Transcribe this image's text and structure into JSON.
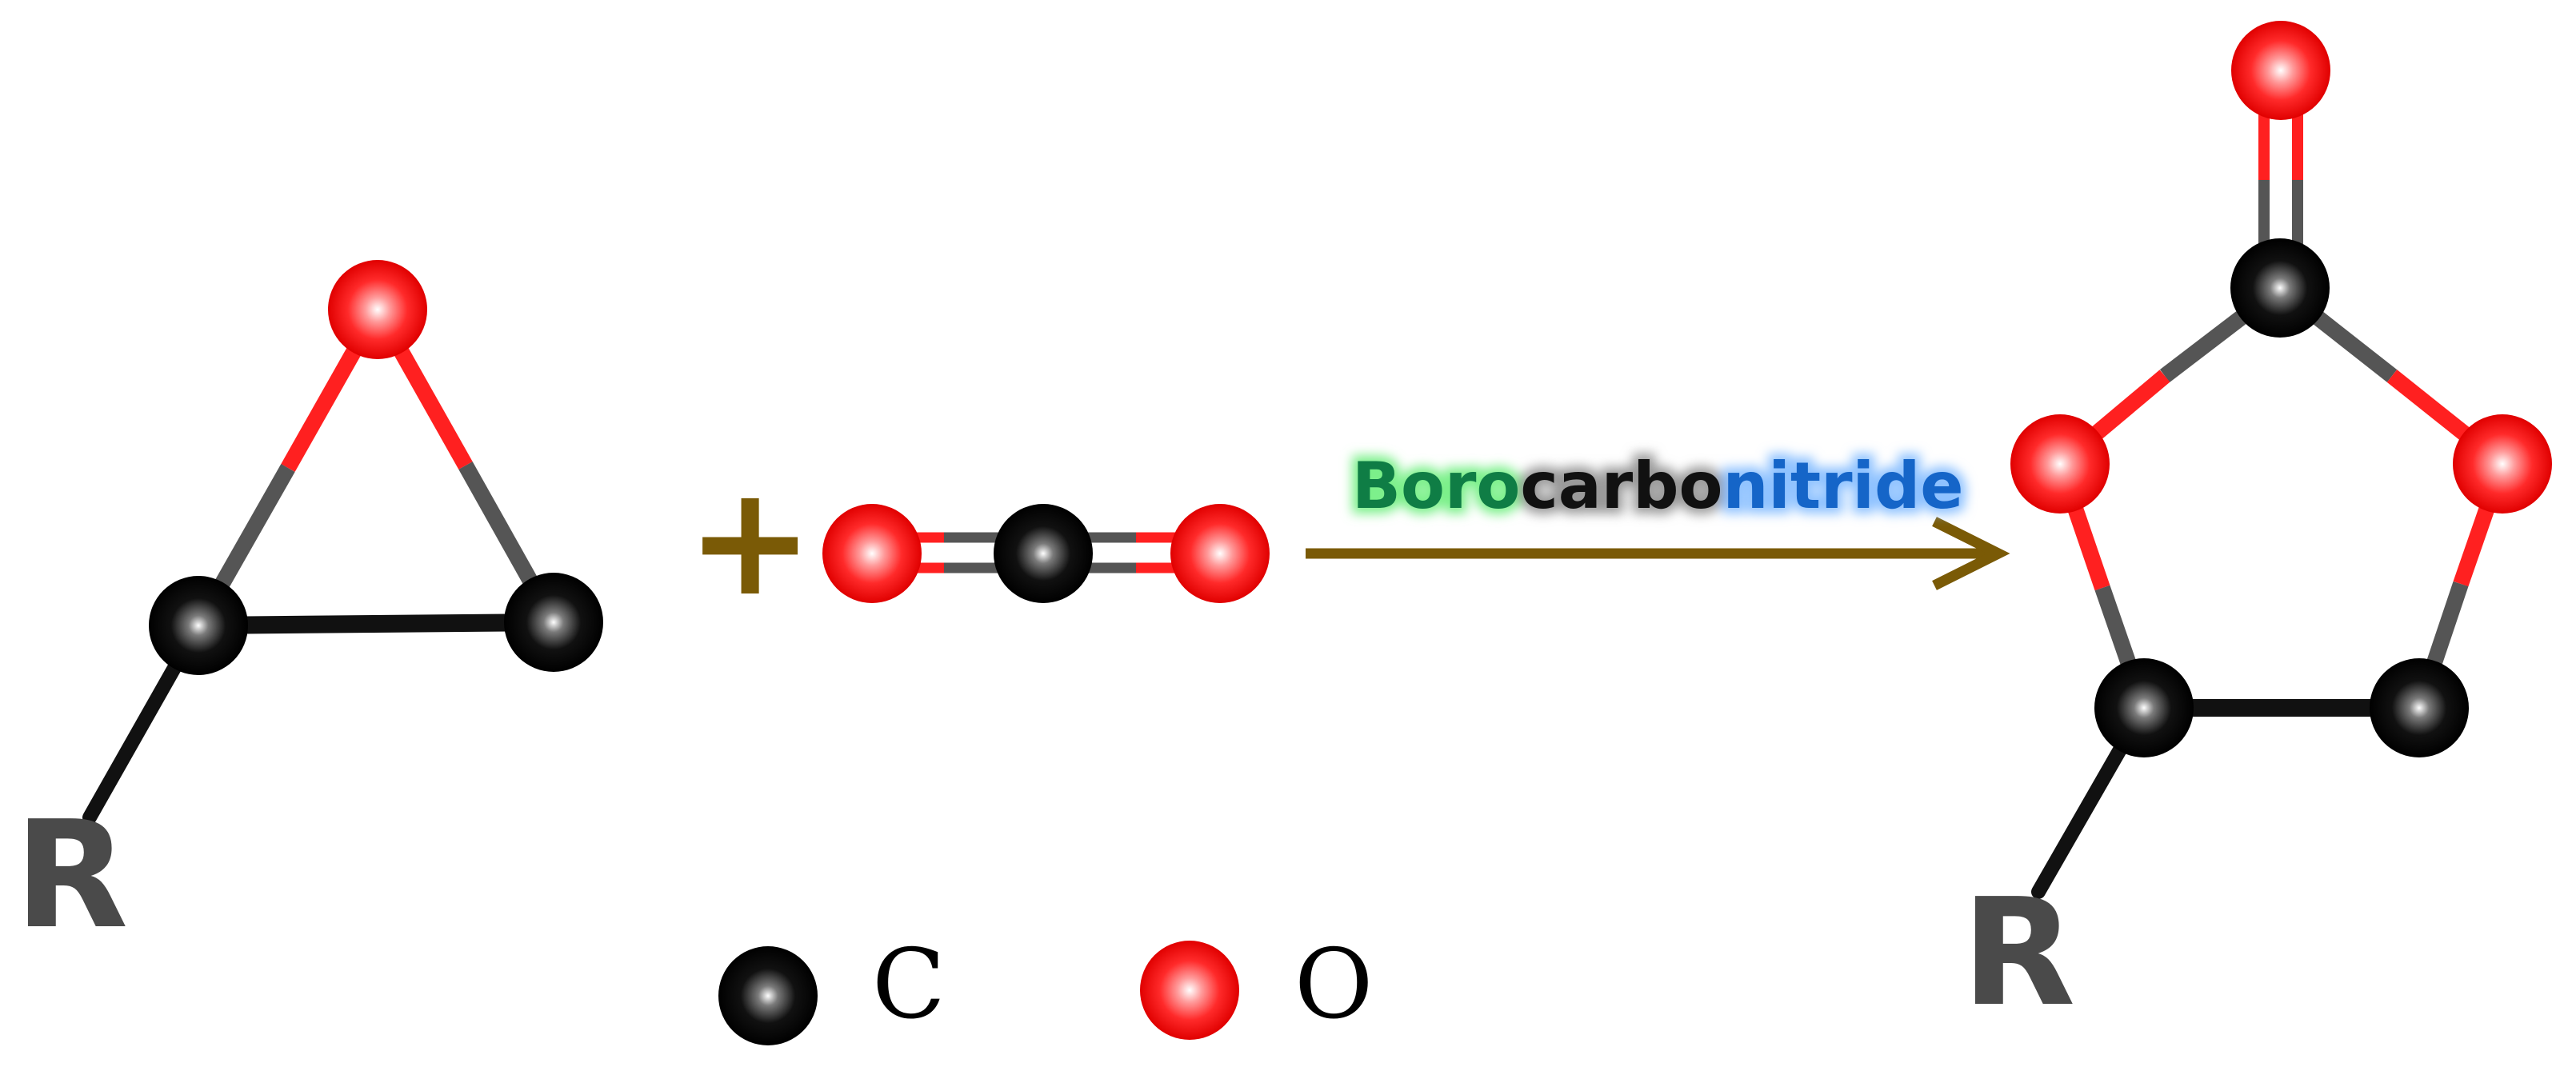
{
  "reactant_epoxide": {
    "substituent_label": "R",
    "atoms": [
      "O",
      "C",
      "C"
    ]
  },
  "operator_plus": "+",
  "reactant_co2": {
    "atoms": [
      "O",
      "C",
      "O"
    ]
  },
  "catalyst": {
    "label_parts": [
      {
        "text": "Boro",
        "color": "#0f7d45",
        "glow": "#7cf08a"
      },
      {
        "text": "carbo",
        "color": "#111111",
        "glow": "#9a9a9a"
      },
      {
        "text": "nitride",
        "color": "#1565c8",
        "glow": "#8fc2ff"
      }
    ]
  },
  "product_cyclic_carbonate": {
    "substituent_label": "R",
    "atoms": [
      "O",
      "C",
      "O",
      "O",
      "C",
      "C"
    ]
  },
  "legend": {
    "carbon_label": "C",
    "oxygen_label": "O"
  },
  "colors": {
    "carbon": "#000000",
    "oxygen": "#ff2020",
    "arrow": "#7a5a06",
    "plus": "#7a5a06",
    "r_label": "#4a4a4a"
  }
}
